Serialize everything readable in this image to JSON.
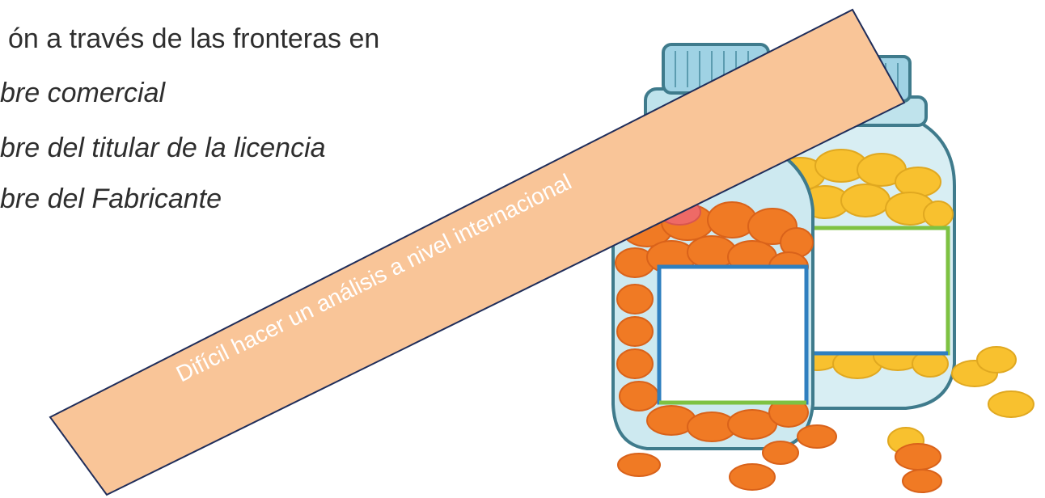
{
  "slide": {
    "lines": [
      "ón a través de las fronteras en",
      "bre comercial",
      "bre del titular de la licencia",
      "bre del Fabricante"
    ],
    "banner_text": "Difícil hacer un análisis a nivel internacional"
  },
  "illustration": {
    "icon": "medicine-jars-icon",
    "colors": {
      "banner_fill": "#F9C598",
      "banner_stroke": "#1F2D5A",
      "banner_text": "#FFFFFF",
      "jar_glass": "#BFE3EC",
      "jar_outline": "#3F7B8C",
      "lid": "#9FD2E4",
      "orange_pill": "#F07A24",
      "yellow_pill": "#F8C12F",
      "label_band_green": "#7EC242",
      "label_band_blue": "#2F7FBF"
    }
  }
}
